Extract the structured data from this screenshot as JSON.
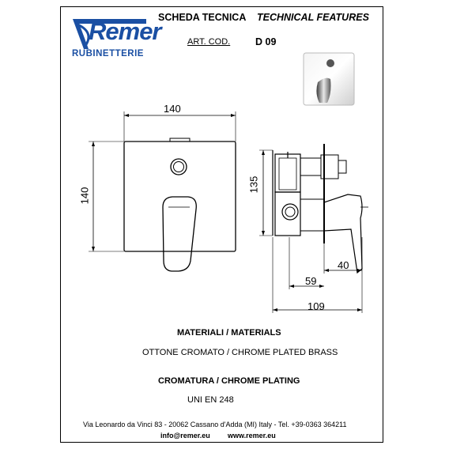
{
  "brand": {
    "logo_text": "Remer",
    "logo_subtitle": "RUBINETTERIE",
    "color": "#1a4fa3"
  },
  "header": {
    "title_it": "SCHEDA TECNICA",
    "title_en": "TECHNICAL FEATURES",
    "art_label": "ART. COD.",
    "art_code": "D 09"
  },
  "dimensions": {
    "front_width": "140",
    "front_height": "140",
    "side_height": "135",
    "depth_a": "40",
    "depth_b": "59",
    "depth_c": "109"
  },
  "specs": {
    "materials_title": "MATERIALI / MATERIALS",
    "materials_value": "OTTONE CROMATO / CHROME PLATED BRASS",
    "plating_title": "CROMATURA / CHROME PLATING",
    "plating_value": "UNI EN 248"
  },
  "footer": {
    "address": "Via Leonardo da Vinci 83 - 20062 Cassano d'Adda (MI) Italy - Tel. +39-0363 364211",
    "email": "info@remer.eu",
    "website": "www.remer.eu"
  }
}
